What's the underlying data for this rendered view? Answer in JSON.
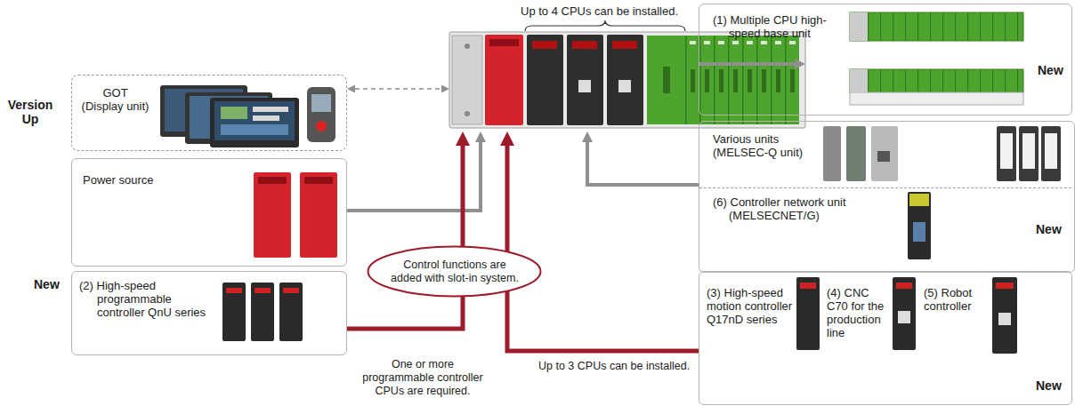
{
  "diagram": {
    "nodes": [
      {
        "text": [
          "Up to 4 CPUs can be installed."
        ]
      },
      {
        "text": [
          "(1) Multiple CPU high-speed base unit",
          "New"
        ]
      },
      {
        "text": [
          "GOT (Display unit)"
        ]
      },
      {
        "text": [
          "Various units (MELSEC-Q unit)"
        ]
      },
      {
        "text": [
          "(6) Controller network unit (MELSECNET/G)",
          "New"
        ],
        "in": 3
      },
      {
        "text": [
          "Power source"
        ]
      },
      {
        "text": [
          "Control functions are added with slot-in system."
        ]
      },
      {
        "text": [
          "(2) High-speed programmable controller QnU series"
        ]
      },
      {
        "text": [
          "New"
        ]
      },
      {
        "text": [
          "(3) High-speed motion controller Q17nD series"
        ],
        "in": 8
      },
      {
        "text": [
          "(4) CNC C70 for the production line"
        ],
        "in": 8
      },
      {
        "text": [
          "(5) Robot controller"
        ],
        "in": 8
      }
    ],
    "edges": [
      {
        "from": 2,
        "to": 0,
        "arrow": "both"
      },
      {
        "from": 1,
        "to": 0,
        "arrow": "to"
      },
      {
        "from": 5,
        "to": 0,
        "arrow": "to"
      },
      {
        "from": 3,
        "to": 0,
        "arrow": "to"
      },
      {
        "from": 7,
        "to": 0,
        "arrow": "to"
      },
      {
        "from": 8,
        "to": 0,
        "arrow": "to"
      }
    ],
    "labels": [
      "Version Up",
      "New",
      "One or more programmable controller CPUs are required.",
      "Up to 3 CPUs can be installed."
    ]
  }
}
